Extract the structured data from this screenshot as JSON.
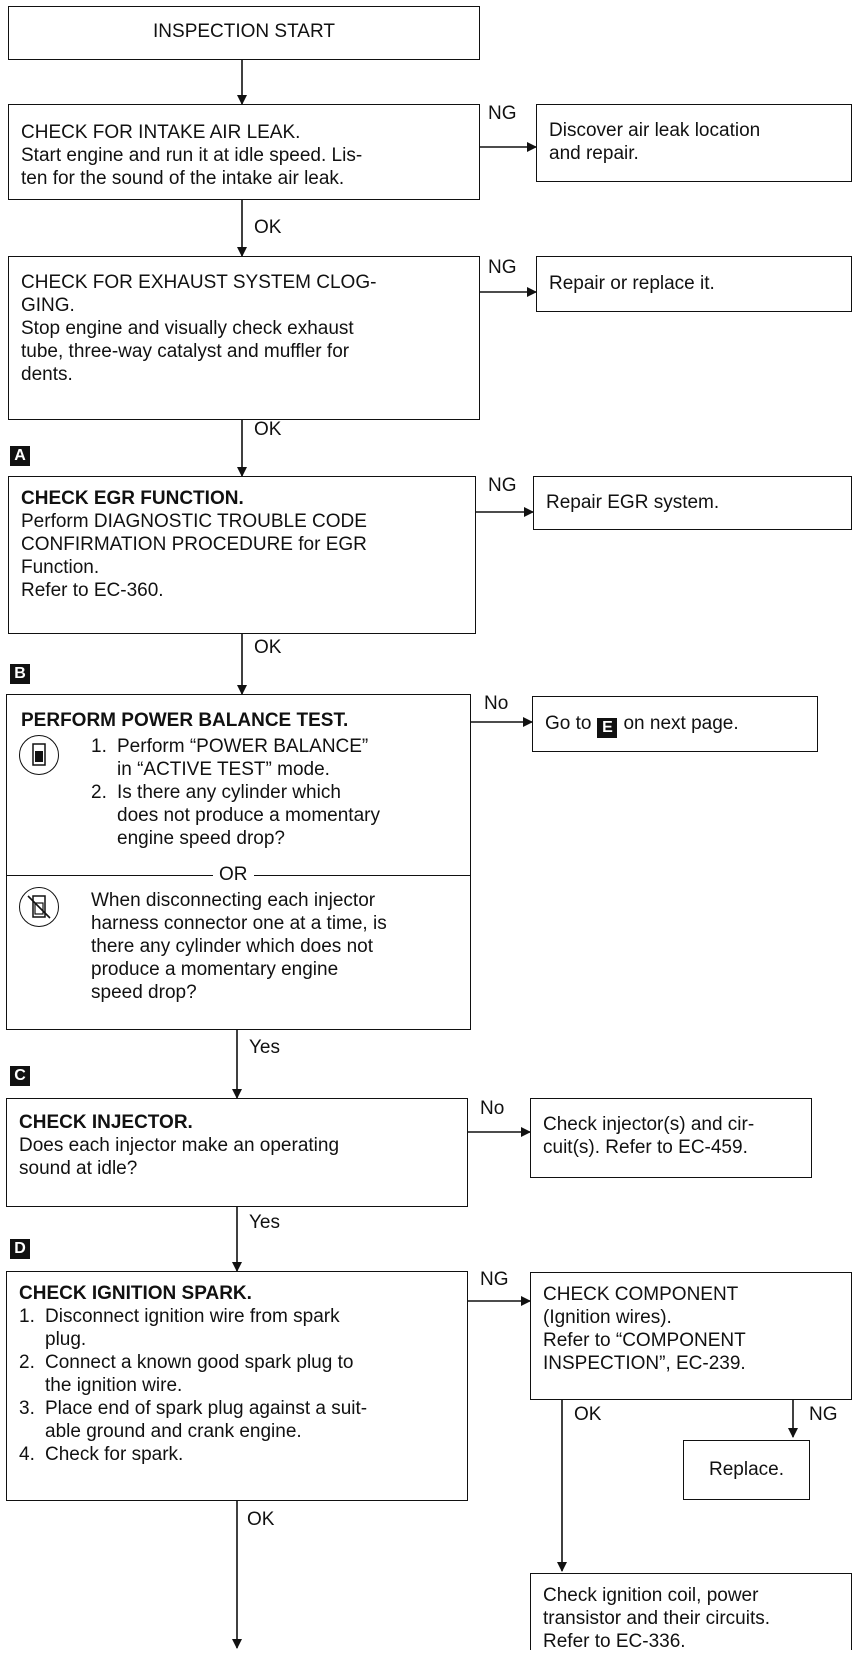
{
  "start": {
    "label": "INSPECTION START"
  },
  "markers": {
    "a": "A",
    "b": "B",
    "c": "C",
    "d": "D",
    "e": "E"
  },
  "intake": {
    "title": "CHECK FOR INTAKE AIR LEAK.",
    "lines": [
      "Start engine and run it at idle speed. Lis-",
      "ten for the sound of the intake air leak."
    ],
    "ng_label": "NG",
    "ng_result": [
      "Discover air leak location",
      "and repair."
    ],
    "ok_label": "OK"
  },
  "exhaust": {
    "title": "CHECK FOR EXHAUST SYSTEM CLOG-",
    "lines": [
      "GING.",
      "Stop engine and visually check exhaust",
      "tube, three-way catalyst and muffler for",
      "dents."
    ],
    "ng_label": "NG",
    "ng_result": "Repair or replace it.",
    "ok_label": "OK"
  },
  "egr": {
    "title": "CHECK EGR FUNCTION.",
    "lines": [
      "Perform DIAGNOSTIC TROUBLE CODE",
      "CONFIRMATION PROCEDURE for EGR",
      "Function.",
      "Refer to EC-360."
    ],
    "ng_label": "NG",
    "ng_result": "Repair EGR system.",
    "ok_label": "OK"
  },
  "power": {
    "title": "PERFORM POWER BALANCE TEST.",
    "step1_num": "1.",
    "step1": [
      "Perform “POWER BALANCE”",
      "in “ACTIVE TEST” mode."
    ],
    "step2_num": "2.",
    "step2": [
      "Is there any cylinder which",
      "does not produce a momentary",
      "engine speed drop?"
    ],
    "or_label": "OR",
    "alt": [
      "When disconnecting each injector",
      "harness connector one at a time, is",
      "there any cylinder which does not",
      "produce a momentary engine",
      "speed drop?"
    ],
    "no_label": "No",
    "no_result_pre": "Go to",
    "no_result_post": "on next page.",
    "yes_label": "Yes"
  },
  "injector": {
    "title": "CHECK INJECTOR.",
    "lines": [
      "Does each injector make an operating",
      "sound at idle?"
    ],
    "no_label": "No",
    "no_result": [
      "Check injector(s) and cir-",
      "cuit(s). Refer to EC-459."
    ],
    "yes_label": "Yes"
  },
  "ignition": {
    "title": "CHECK IGNITION SPARK.",
    "steps": [
      {
        "num": "1.",
        "lines": [
          "Disconnect ignition wire from spark",
          "plug."
        ]
      },
      {
        "num": "2.",
        "lines": [
          "Connect a known good spark plug to",
          "the ignition wire."
        ]
      },
      {
        "num": "3.",
        "lines": [
          "Place end of spark plug against a suit-",
          "able ground and crank engine."
        ]
      },
      {
        "num": "4.",
        "lines": [
          "Check for spark."
        ]
      }
    ],
    "ng_label": "NG",
    "ok_label": "OK"
  },
  "component": {
    "lines": [
      "CHECK COMPONENT",
      "(Ignition wires).",
      "Refer to “COMPONENT",
      "INSPECTION”, EC-239."
    ],
    "ok_label": "OK",
    "ng_label": "NG",
    "replace": "Replace."
  },
  "coil": {
    "lines": [
      "Check ignition coil, power",
      "transistor and their circuits.",
      "Refer to EC-336."
    ]
  }
}
